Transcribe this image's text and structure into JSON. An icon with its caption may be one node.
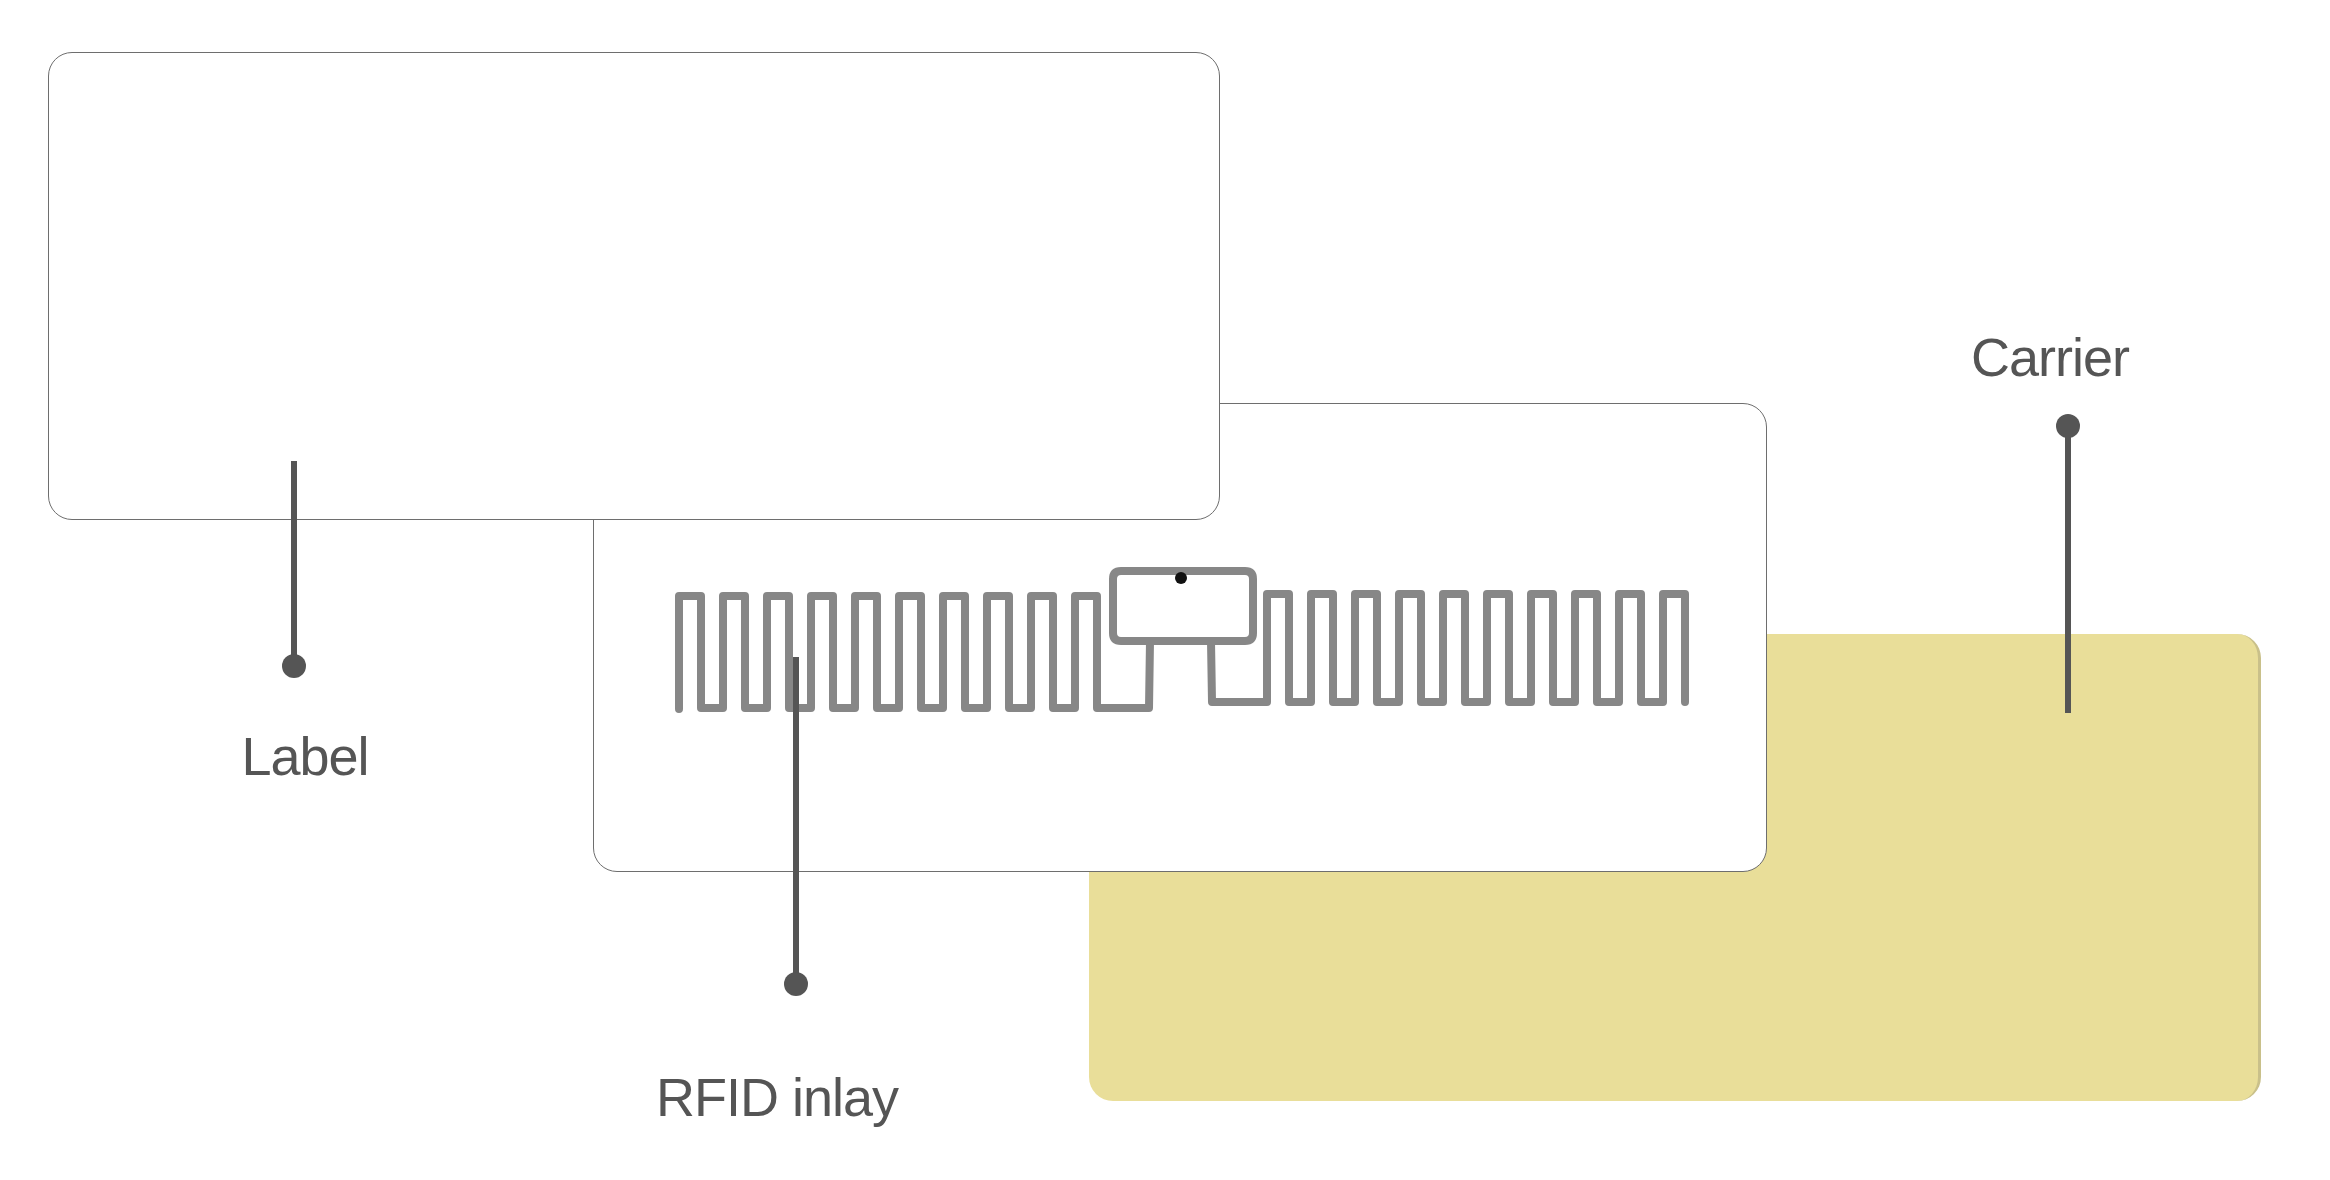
{
  "diagram": {
    "nodes": [
      {
        "text": [],
        "shape": "box"
      },
      {
        "text": [],
        "shape": "box"
      },
      {
        "text": [],
        "shape": "box"
      },
      {
        "text": [
          "Label"
        ]
      },
      {
        "text": [
          "RFID inlay"
        ]
      },
      {
        "text": [
          "Carrier"
        ]
      }
    ],
    "edges": [
      {
        "from": 3,
        "to": 0,
        "arrow": "other"
      },
      {
        "from": 4,
        "to": 1,
        "arrow": "other"
      },
      {
        "from": 5,
        "to": 2,
        "arrow": "other"
      }
    ]
  }
}
